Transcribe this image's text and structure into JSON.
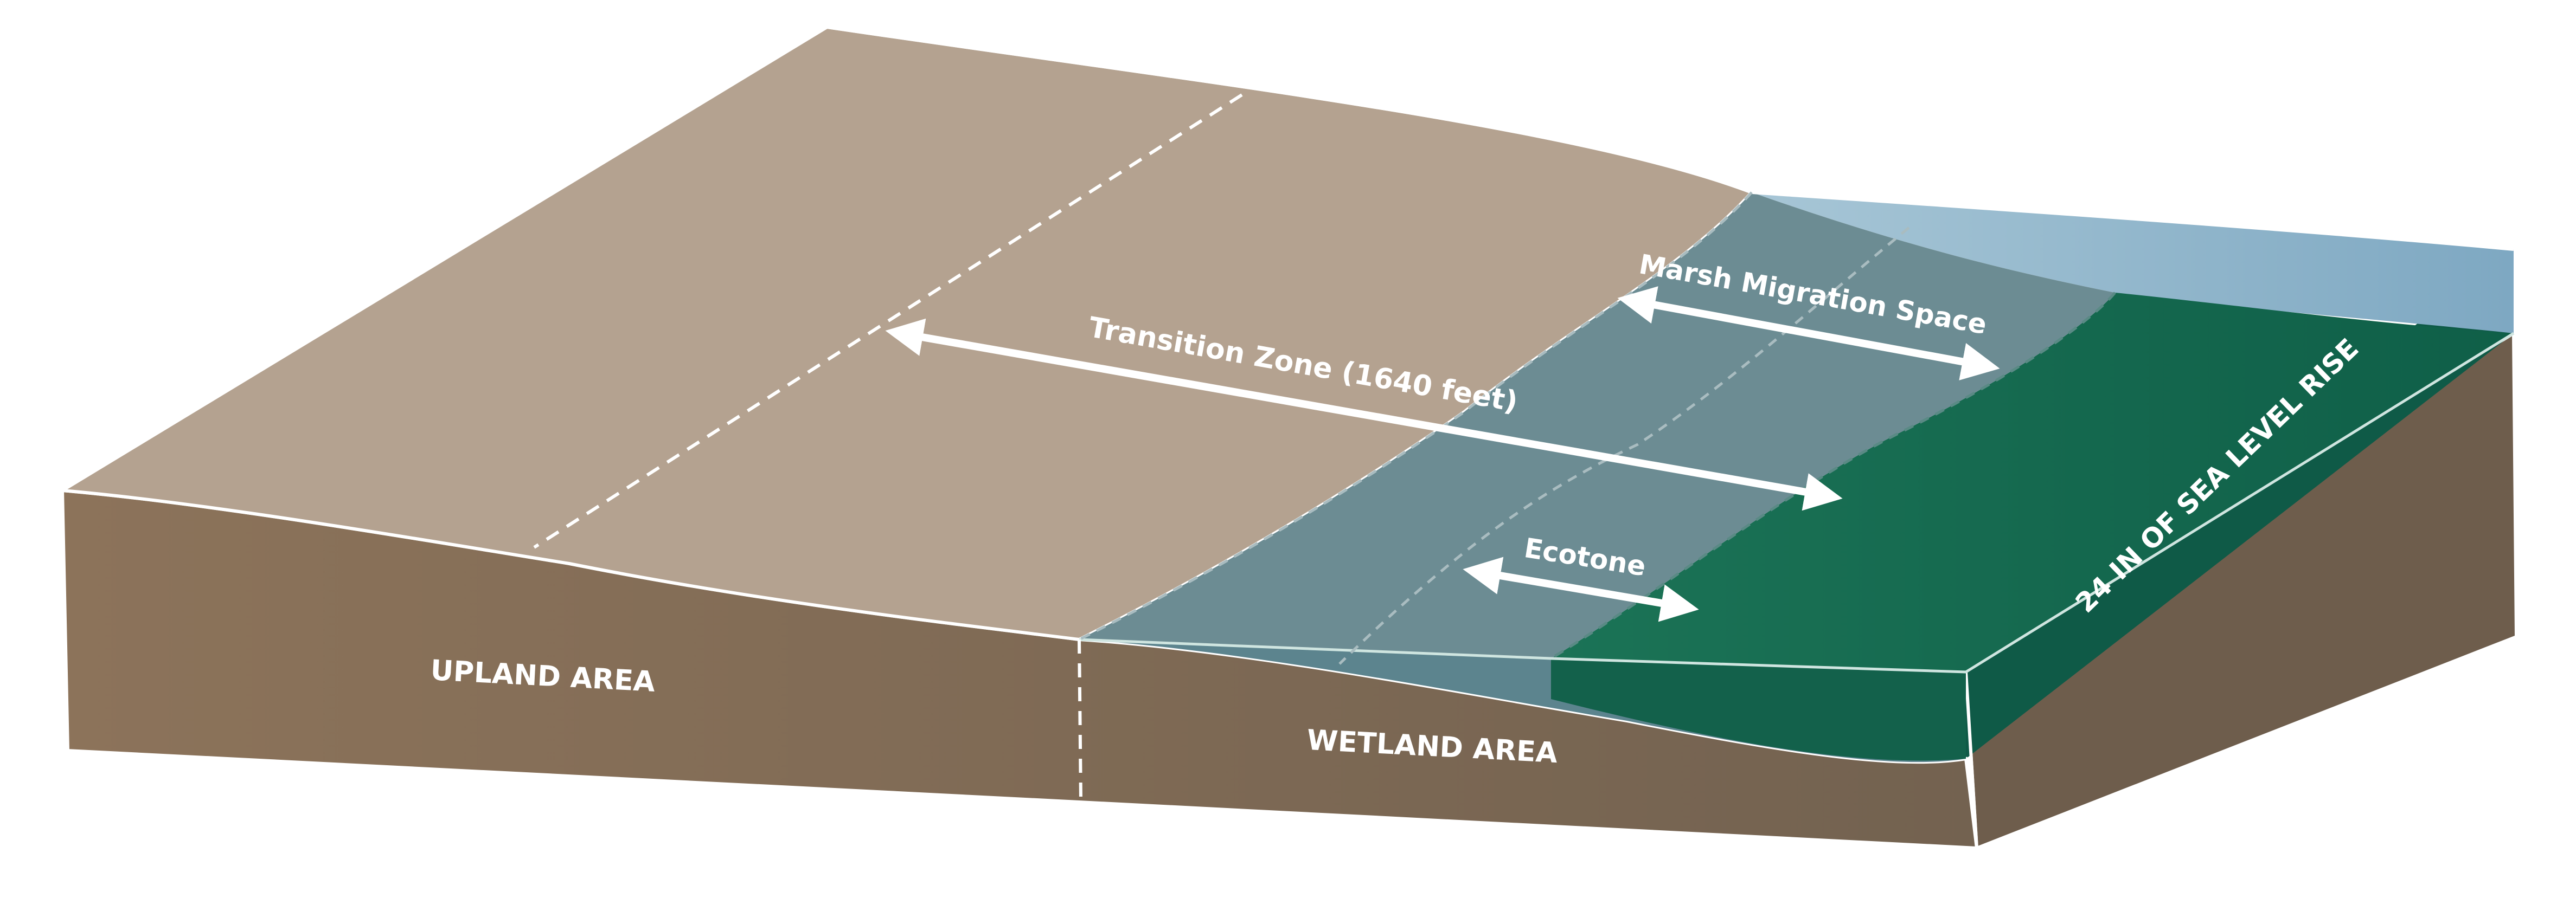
{
  "labels": {
    "upland_area": "UPLAND AREA",
    "wetland_area": "WETLAND AREA",
    "transition_zone": "Transition Zone (1640 feet)",
    "marsh_migration_space": "Marsh Migration Space",
    "ecotone": "Ecotone",
    "sea_level_rise": "24 IN OF SEA LEVEL RISE"
  },
  "colors": {
    "upland_surface": "#b4a290",
    "soil_light": "#8c735a",
    "soil_dark": "#736250",
    "water": "#8fb6cd",
    "marsh": "#166e52",
    "marsh_dark": "#0f5b45",
    "transition_overlay": "#5c7f87",
    "outline": "#ffffff"
  },
  "icons": [
    "double-arrow-icon",
    "dashed-boundary-line"
  ]
}
